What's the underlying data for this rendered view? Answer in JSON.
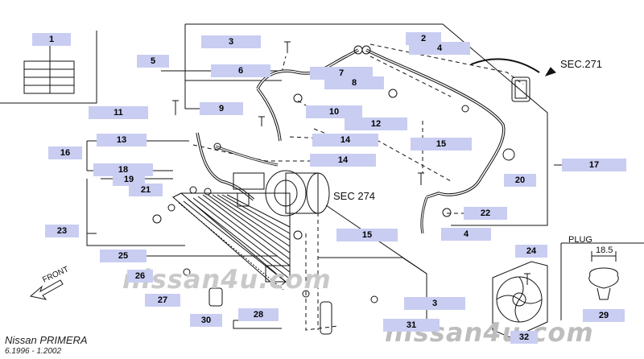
{
  "callouts": [
    {
      "id": "1",
      "part": "1"
    },
    {
      "id": "2",
      "part": "2"
    },
    {
      "id": "3a",
      "part": "3"
    },
    {
      "id": "4a",
      "part": "4"
    },
    {
      "id": "5",
      "part": "5"
    },
    {
      "id": "6",
      "part": "6"
    },
    {
      "id": "7",
      "part": "7"
    },
    {
      "id": "8",
      "part": "8"
    },
    {
      "id": "9",
      "part": "9"
    },
    {
      "id": "10",
      "part": "10"
    },
    {
      "id": "11",
      "part": "11"
    },
    {
      "id": "12",
      "part": "12"
    },
    {
      "id": "13",
      "part": "13"
    },
    {
      "id": "14a",
      "part": "14"
    },
    {
      "id": "14b",
      "part": "14"
    },
    {
      "id": "15a",
      "part": "15"
    },
    {
      "id": "15b",
      "part": "15"
    },
    {
      "id": "16",
      "part": "16"
    },
    {
      "id": "17",
      "part": "17"
    },
    {
      "id": "18",
      "part": "18"
    },
    {
      "id": "19",
      "part": "19"
    },
    {
      "id": "20",
      "part": "20"
    },
    {
      "id": "21",
      "part": "21"
    },
    {
      "id": "22",
      "part": "22"
    },
    {
      "id": "23",
      "part": "23"
    },
    {
      "id": "24",
      "part": "24"
    },
    {
      "id": "25",
      "part": "25"
    },
    {
      "id": "26",
      "part": "26"
    },
    {
      "id": "27",
      "part": "27"
    },
    {
      "id": "28",
      "part": "28"
    },
    {
      "id": "29",
      "part": "29"
    },
    {
      "id": "30",
      "part": "30"
    },
    {
      "id": "31",
      "part": "31"
    },
    {
      "id": "32",
      "part": "32"
    },
    {
      "id": "3b",
      "part": "3"
    },
    {
      "id": "4b",
      "part": "4"
    }
  ],
  "annotations": {
    "sec271": "SEC.271",
    "sec274": "SEC 274",
    "front": "FRONT",
    "plug": "PLUG",
    "plug_dim": "18.5"
  },
  "brand": {
    "model": "Nissan PRIMERA",
    "dates": "6.1996 - 1.2002",
    "watermark_center": "nissan4u.com",
    "watermark_bottom": "nissan4u.com"
  },
  "colors": {
    "callout_fill": "#c9cdf1",
    "line": "#111111",
    "watermark": "#c9c9c9"
  }
}
